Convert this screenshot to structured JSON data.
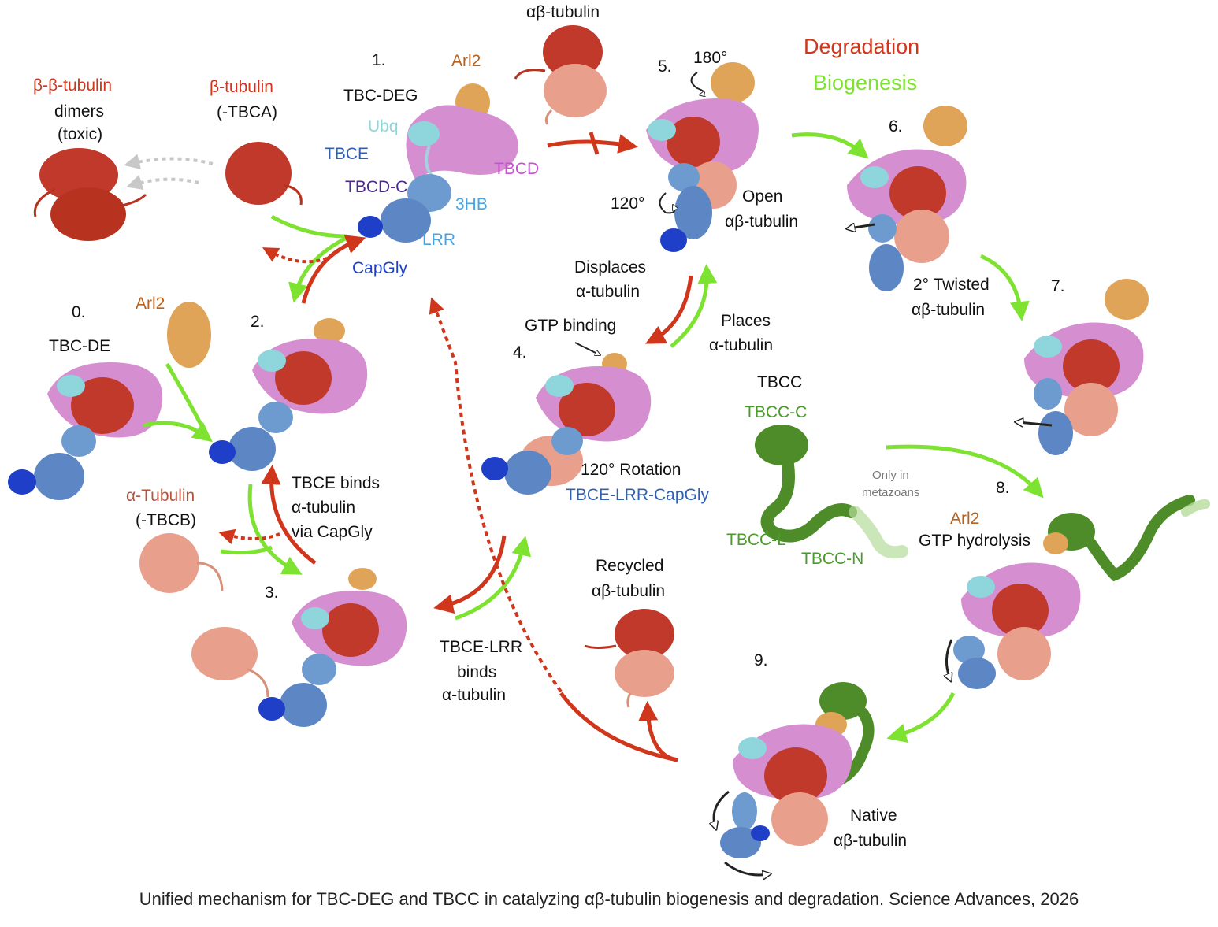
{
  "colors": {
    "beta_tubulin": "#c0392b",
    "alpha_tubulin": "#e8a08c",
    "arl2": "#e0a458",
    "tbcd": "#d58fd0",
    "tbce": "#5d86c5",
    "ubq": "#8fd6dc",
    "capgly": "#1f3fc8",
    "tbcc": "#4e8c2a",
    "degradation_arrow": "#d0361b",
    "biogenesis_arrow": "#7ee231",
    "purple_label": "#c94fd4",
    "dark_purple_label": "#4b2a8a",
    "lrr_label": "#4da3e0",
    "tbce_label": "#2f5fb0",
    "alpha_label": "#b5533c",
    "arl2_label": "#b8621e",
    "tbcc_label": "#4a9a2c"
  },
  "legend": {
    "degradation": "Degradation",
    "biogenesis": "Biogenesis"
  },
  "labels": {
    "alpha_beta_top": "αβ-tubulin",
    "step1": "1.",
    "tbc_deg": "TBC-DEG",
    "arl2_top": "Arl2",
    "ubq": "Ubq",
    "tbce": "TBCE",
    "tbcd": "TBCD",
    "tbcd_c": "TBCD-C",
    "three_hb": "3HB",
    "lrr": "LRR",
    "capgly": "CapGly",
    "bb_title": "β-β-tubulin",
    "bb_dimers": "dimers",
    "bb_toxic": "(toxic)",
    "beta_title": "β-tubulin",
    "beta_tbca": "(-TBCA)",
    "step0": "0.",
    "tbc_de": "TBC-DE",
    "arl2_left": "Arl2",
    "step2": "2.",
    "tbce_binds_1": "TBCE binds",
    "tbce_binds_2": "α-tubulin",
    "tbce_binds_3": "via CapGly",
    "alpha_tub": "α-Tubulin",
    "alpha_tbcb": "(-TBCB)",
    "step3": "3.",
    "step4": "4.",
    "gtp_binding": "GTP binding",
    "rotation": "120° Rotation",
    "tbce_lrr_capgly": "TBCE-LRR-CapGly",
    "displaces_1": "Displaces",
    "displaces_2": "α-tubulin",
    "places_1": "Places",
    "places_2": "α-tubulin",
    "step5": "5.",
    "deg180": "180°",
    "deg120": "120°",
    "open_1": "Open",
    "open_2": "αβ-tubulin",
    "step6": "6.",
    "twisted_1": "2° Twisted",
    "twisted_2": "αβ-tubulin",
    "step7": "7.",
    "tbcc": "TBCC",
    "tbcc_c": "TBCC-C",
    "tbcc_l": "TBCC-L",
    "tbcc_n": "TBCC-N",
    "only_in": "Only in",
    "metazoans": "metazoans",
    "step8": "8.",
    "arl2_right": "Arl2",
    "gtp_hydrolysis": "GTP hydrolysis",
    "tbce_lrr_1": "TBCE-LRR",
    "tbce_lrr_2": "binds",
    "tbce_lrr_3": "α-tubulin",
    "recycled_1": "Recycled",
    "recycled_2": "αβ-tubulin",
    "step9": "9.",
    "native_1": "Native",
    "native_2": "αβ-tubulin"
  },
  "caption": "Unified mechanism for TBC-DEG and TBCC in catalyzing αβ-tubulin biogenesis and degradation. Science Advances, 2026"
}
